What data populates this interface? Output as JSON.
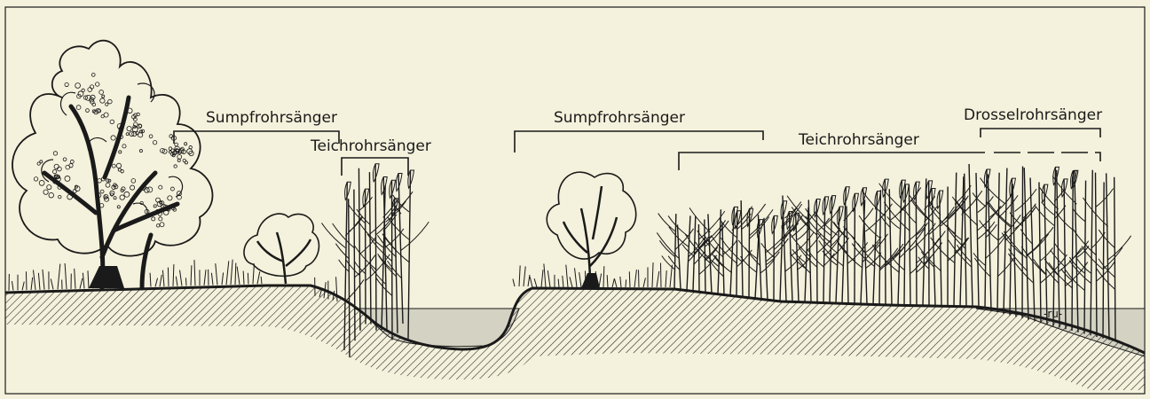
{
  "labels": {
    "left_marsh_warbler": "Sumpfrohrsänger",
    "left_reed_warbler": "Teichrohrsänger",
    "right_marsh_warbler": "Sumpfrohrsänger",
    "right_reed_warbler": "Teichrohrsänger",
    "great_reed_warbler": "Drosselrohrsänger",
    "small_mark": "-ru-"
  },
  "colors": {
    "paper": "#f4f1dc",
    "ink": "#1a1a1a",
    "water": "#d4d2c2"
  }
}
